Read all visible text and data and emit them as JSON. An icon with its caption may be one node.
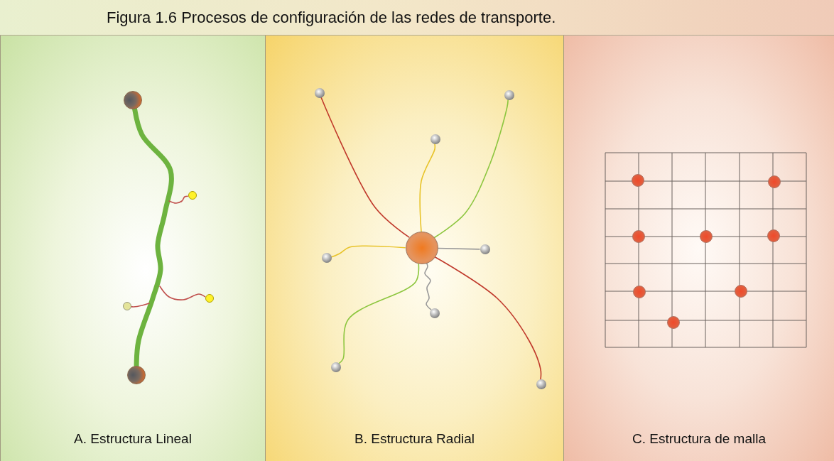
{
  "diagram": {
    "title": "Figura 1.6 Procesos de configuración de las redes de transporte.",
    "nodes": [
      {
        "text": [
          "A. Estructura Lineal"
        ]
      },
      {
        "text": [
          "B. Estructura Radial"
        ]
      },
      {
        "text": [
          "C. Estructura de malla"
        ]
      },
      {
        "text": [],
        "shape": "circle",
        "in": 0
      },
      {
        "text": [],
        "shape": "circle",
        "in": 0
      },
      {
        "text": [],
        "shape": "circle",
        "in": 0
      },
      {
        "text": [],
        "shape": "circle",
        "in": 0
      },
      {
        "text": [],
        "shape": "circle",
        "in": 0
      },
      {
        "text": [],
        "shape": "circle",
        "in": 1
      },
      {
        "text": [],
        "shape": "circle",
        "in": 1
      },
      {
        "text": [],
        "shape": "circle",
        "in": 1
      },
      {
        "text": [],
        "shape": "circle",
        "in": 1
      },
      {
        "text": [],
        "shape": "circle",
        "in": 1
      },
      {
        "text": [],
        "shape": "circle",
        "in": 1
      },
      {
        "text": [],
        "shape": "circle",
        "in": 1
      },
      {
        "text": [],
        "shape": "circle",
        "in": 1
      },
      {
        "text": [],
        "shape": "circle",
        "in": 1
      },
      {
        "text": [],
        "shape": "circle",
        "in": 2
      },
      {
        "text": [],
        "shape": "circle",
        "in": 2
      },
      {
        "text": [],
        "shape": "circle",
        "in": 2
      },
      {
        "text": [],
        "shape": "circle",
        "in": 2
      },
      {
        "text": [],
        "shape": "circle",
        "in": 2
      },
      {
        "text": [],
        "shape": "circle",
        "in": 2
      },
      {
        "text": [],
        "shape": "circle",
        "in": 2
      },
      {
        "text": [],
        "shape": "circle",
        "in": 2
      }
    ],
    "edges": [
      {
        "from": 3,
        "to": 4,
        "arrow": "none",
        "style": "thick",
        "color": "#6db33f"
      },
      {
        "from": null,
        "to": 5,
        "arrow": "none",
        "color": "#c0504d"
      },
      {
        "from": null,
        "to": 6,
        "arrow": "none",
        "color": "#c0504d"
      },
      {
        "from": null,
        "to": 7,
        "arrow": "none",
        "color": "#c0504d"
      },
      {
        "from": 8,
        "to": 9,
        "arrow": "none",
        "color": "#c0392b"
      },
      {
        "from": 8,
        "to": 10,
        "arrow": "none",
        "color": "#8dc63f"
      },
      {
        "from": 8,
        "to": 11,
        "arrow": "none",
        "color": "#e8c32a"
      },
      {
        "from": 8,
        "to": 12,
        "arrow": "none",
        "color": "#e8c32a"
      },
      {
        "from": 8,
        "to": 13,
        "arrow": "none",
        "color": "#999999"
      },
      {
        "from": 8,
        "to": 14,
        "arrow": "none",
        "color": "#999999"
      },
      {
        "from": 8,
        "to": 15,
        "arrow": "none",
        "color": "#8dc63f"
      },
      {
        "from": 8,
        "to": 16,
        "arrow": "none",
        "color": "#c0392b"
      }
    ]
  }
}
